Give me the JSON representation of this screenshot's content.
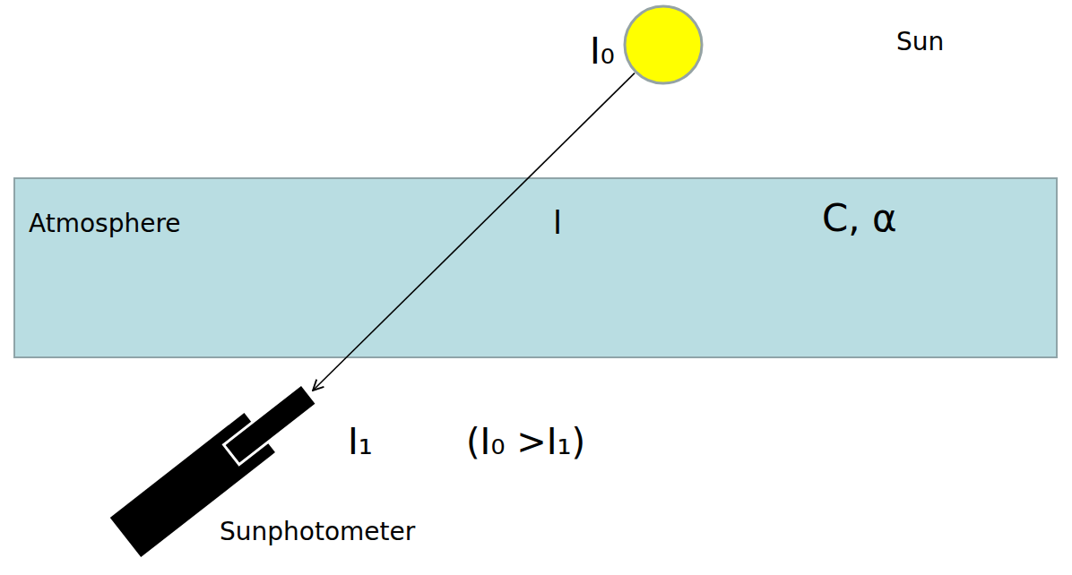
{
  "diagram": {
    "nodes": [
      {
        "text": [
          "Sun"
        ]
      },
      {
        "text": [
          "Atmosphere",
          "l",
          "C, α"
        ]
      },
      {
        "text": [
          "Sunphotometer"
        ]
      }
    ],
    "edges": [
      {
        "from": 0,
        "to": 2,
        "arrow": "to"
      }
    ],
    "labels": [
      "I₀",
      "I₁",
      "(I₀ >I₁)"
    ]
  }
}
